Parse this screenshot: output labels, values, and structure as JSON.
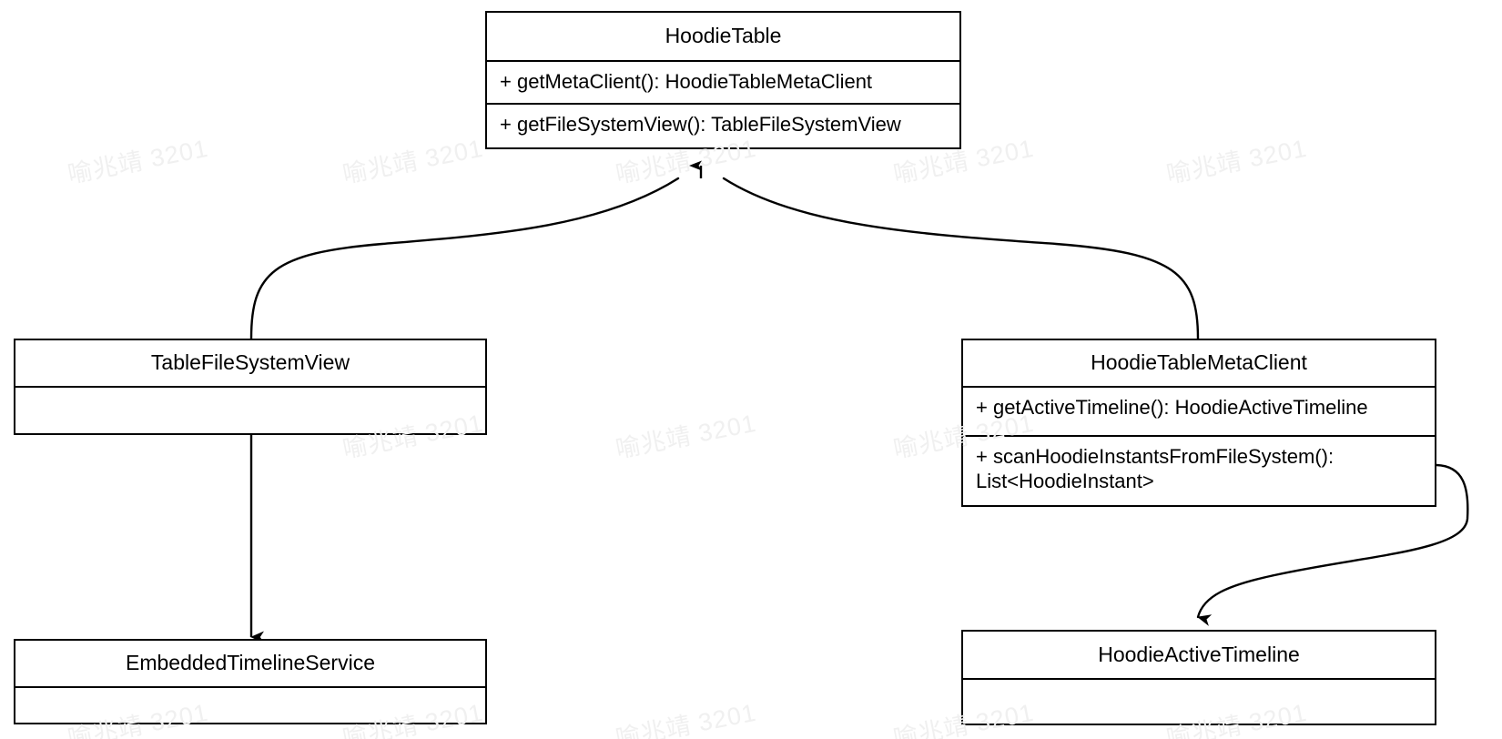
{
  "diagram": {
    "type": "uml-class-diagram",
    "background_color": "#ffffff",
    "line_color": "#000000",
    "watermark_text": "喻兆靖 3201",
    "classes": [
      {
        "id": "hoodie-table",
        "name": "HoodieTable",
        "members": [
          "+ getMetaClient(): HoodieTableMetaClient",
          "+ getFileSystemView(): TableFileSystemView"
        ]
      },
      {
        "id": "table-file-system-view",
        "name": "TableFileSystemView",
        "members": []
      },
      {
        "id": "hoodie-table-meta-client",
        "name": "HoodieTableMetaClient",
        "members": [
          "+ getActiveTimeline(): HoodieActiveTimeline",
          "+ scanHoodieInstantsFromFileSystem():\nList<HoodieInstant>"
        ]
      },
      {
        "id": "embedded-timeline-service",
        "name": "EmbeddedTimelineService",
        "members": []
      },
      {
        "id": "hoodie-active-timeline",
        "name": "HoodieActiveTimeline",
        "members": []
      }
    ],
    "relations": [
      {
        "from": "TableFileSystemView",
        "to": "HoodieTable",
        "style": "curved-arrow"
      },
      {
        "from": "HoodieTableMetaClient",
        "to": "HoodieTable",
        "style": "curved-arrow"
      },
      {
        "from": "TableFileSystemView",
        "to": "EmbeddedTimelineService",
        "style": "straight-arrow"
      },
      {
        "from": "HoodieTableMetaClient",
        "to": "HoodieActiveTimeline",
        "style": "curved-arrow"
      }
    ]
  }
}
